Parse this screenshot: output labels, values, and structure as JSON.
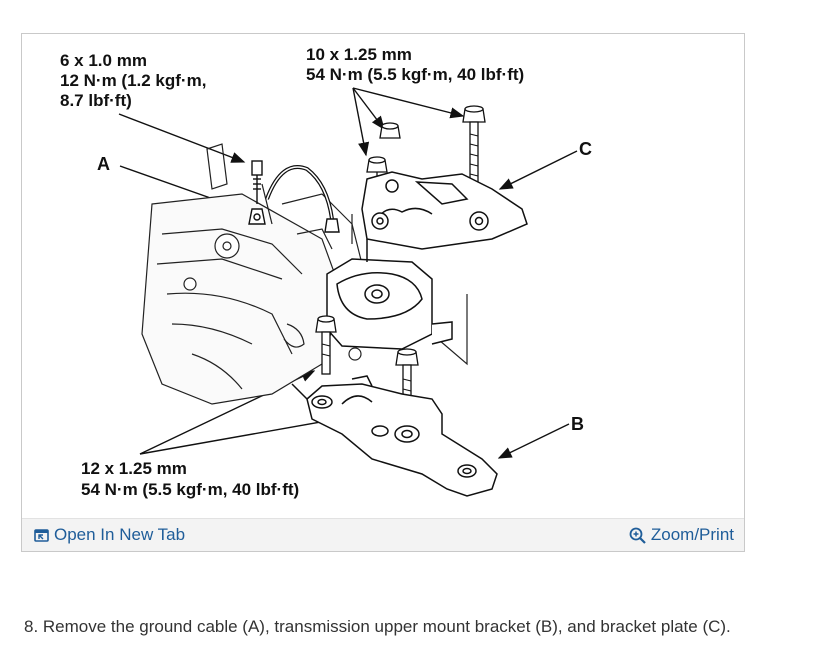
{
  "figure": {
    "callout_top_left": [
      "6 x 1.0 mm",
      "12 N·m (1.2 kgf·m,",
      "8.7 lbf·ft)"
    ],
    "callout_top_right": [
      "10 x 1.25 mm",
      "54 N·m (5.5 kgf·m, 40 lbf·ft)"
    ],
    "callout_bottom_left": [
      "12 x 1.25 mm",
      "54 N·m (5.5 kgf·m, 40 lbf·ft)"
    ],
    "label_a": "A",
    "label_b": "B",
    "label_c": "C"
  },
  "footer": {
    "open_tab_label": "Open In New Tab",
    "zoom_print_label": "Zoom/Print",
    "open_tab_icon": "open-in-new-tab-icon",
    "zoom_icon": "magnifier-plus-icon",
    "link_color": "#1f5d99"
  },
  "step": {
    "text": "8. Remove the ground cable (A), transmission upper mount bracket (B), and bracket plate (C)."
  }
}
